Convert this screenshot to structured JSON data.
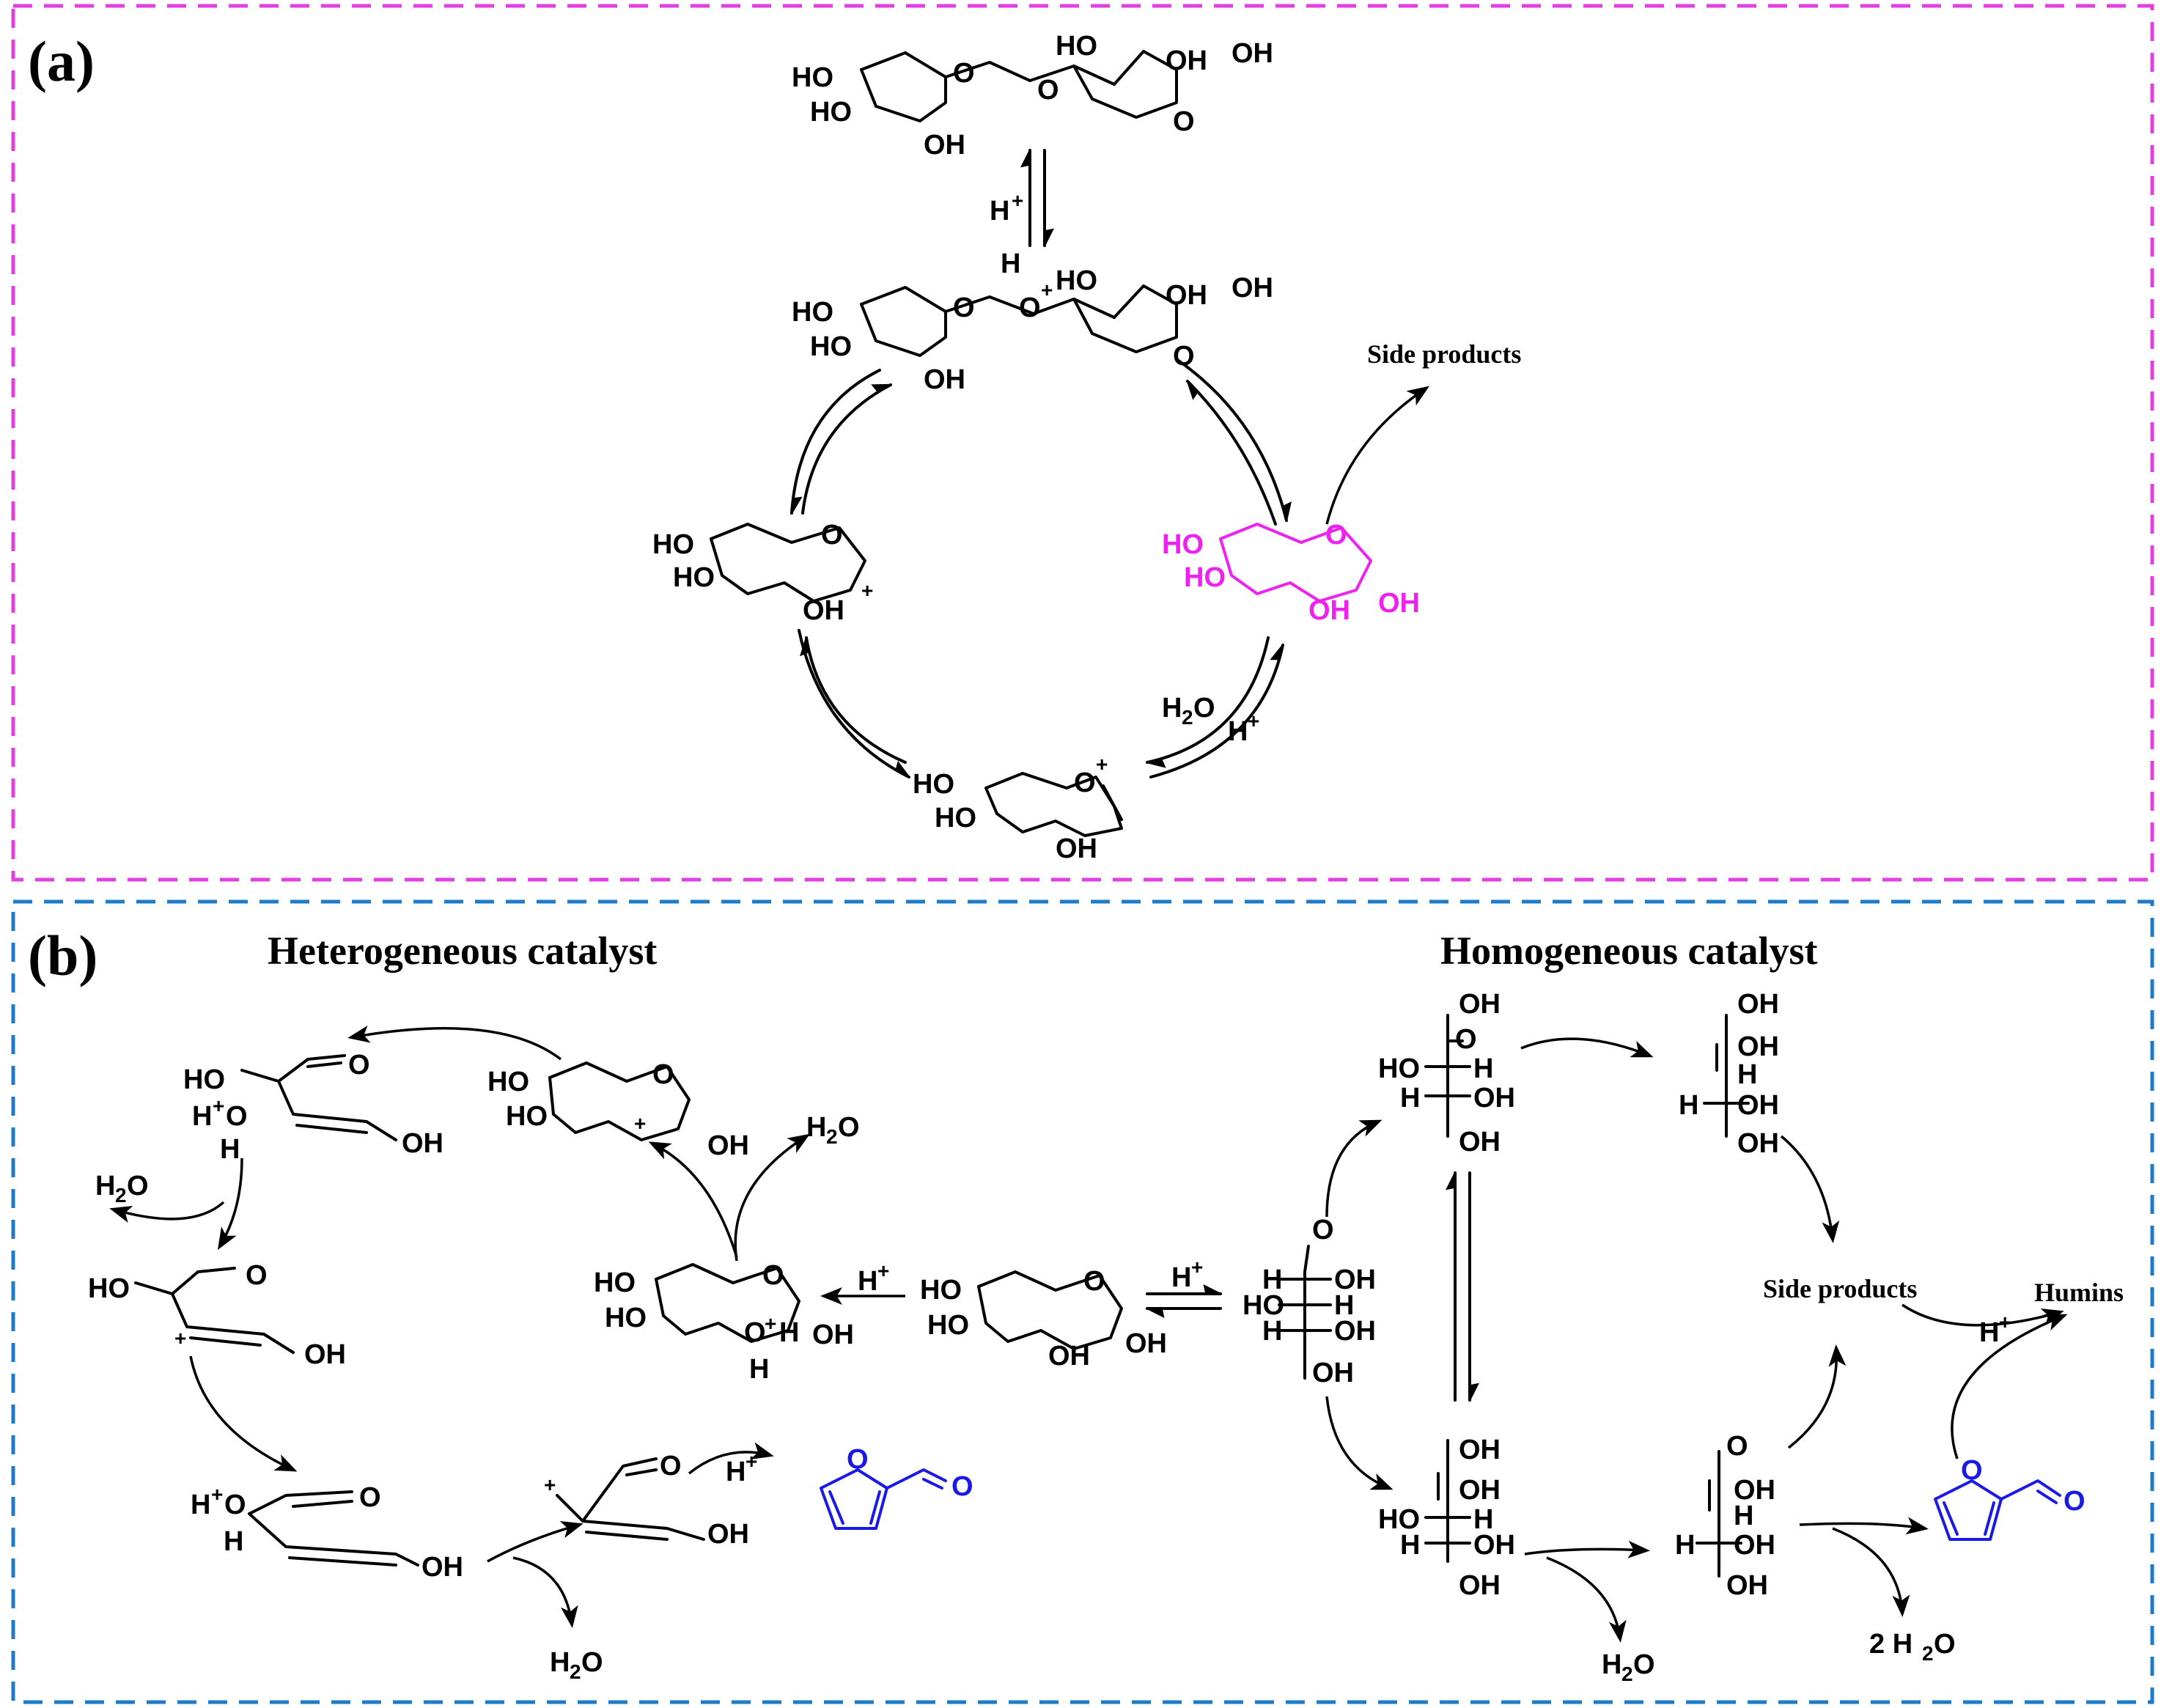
{
  "panels": {
    "a": {
      "label": "(a)",
      "border_color": "#E040E0"
    },
    "b": {
      "label": "(b)",
      "border_color": "#1E7BC8"
    }
  },
  "headings": {
    "heterogeneous": "Heterogeneous catalyst",
    "homogeneous": "Homogeneous catalyst"
  },
  "labels": {
    "side_products": "Side products",
    "humins": "Humins",
    "h_plus": "H",
    "plus": "+",
    "water": "H",
    "water_sub": "2",
    "water_o": "O",
    "two_water": "2 H",
    "oh": "OH",
    "ho": "HO",
    "o": "O",
    "h": "H"
  },
  "colors": {
    "xylose_highlight": "#EE22EE",
    "furfural": "#1A1AE6",
    "ink": "#000000"
  }
}
